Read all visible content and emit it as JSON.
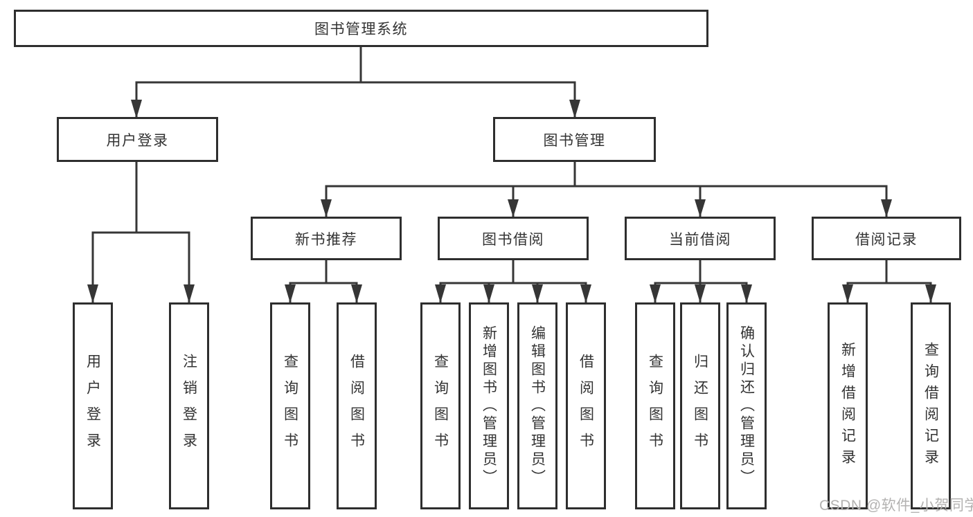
{
  "colors": {
    "line": "#363636",
    "border": "#2e2e2e",
    "text": "#333333",
    "watermark": "#b3b2b1",
    "background": "#ffffff"
  },
  "tree": {
    "root": {
      "label": "图书管理系统"
    },
    "branches": [
      {
        "label": "用户登录",
        "children": [
          {
            "label": "用户登录"
          },
          {
            "label": "注销登录"
          }
        ]
      },
      {
        "label": "图书管理",
        "children": [
          {
            "label": "新书推荐",
            "children": [
              {
                "label": "查询图书"
              },
              {
                "label": "借阅图书"
              }
            ]
          },
          {
            "label": "图书借阅",
            "children": [
              {
                "label": "查询图书"
              },
              {
                "label": "新增图书（管理员）"
              },
              {
                "label": "编辑图书（管理员）"
              },
              {
                "label": "借阅图书"
              }
            ]
          },
          {
            "label": "当前借阅",
            "children": [
              {
                "label": "查询图书"
              },
              {
                "label": "归还图书"
              },
              {
                "label": "确认归还（管理员）"
              }
            ]
          },
          {
            "label": "借阅记录",
            "children": [
              {
                "label": "新增借阅记录"
              },
              {
                "label": "查询借阅记录"
              }
            ]
          }
        ]
      }
    ]
  },
  "watermark": {
    "text": "CSDN @软件_小贺同学"
  }
}
